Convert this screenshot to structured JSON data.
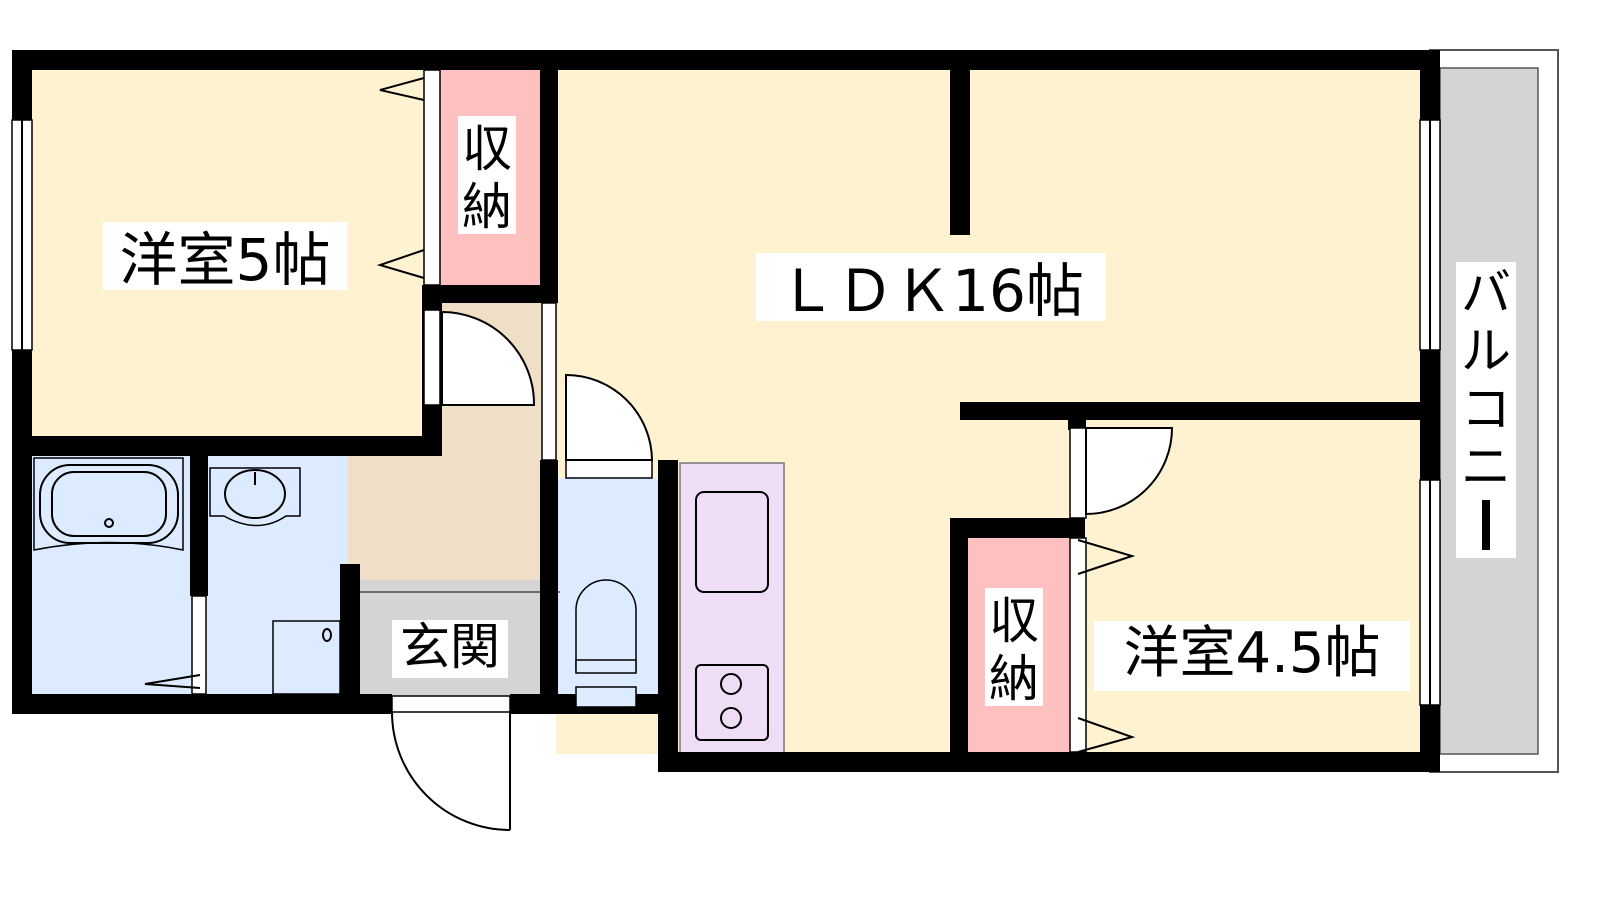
{
  "rooms": {
    "western_room_1": "洋室5帖",
    "storage_1": [
      "収",
      "納"
    ],
    "ldk": "ＬＤＫ16帖",
    "balcony": [
      "バ",
      "ル",
      "コ",
      "ニ",
      "ー"
    ],
    "entrance": "玄関",
    "storage_2": [
      "収",
      "納"
    ],
    "western_room_2": "洋室4.5帖"
  },
  "colors": {
    "room": "#FFF2D0",
    "storage": "#FFC0C0",
    "wet_area": "#DCEBFF",
    "hall": "#EEDFC6",
    "entrance": "#D4D4D4",
    "kitchen": "#EEDDF5",
    "balcony": "#D4D4D4"
  }
}
